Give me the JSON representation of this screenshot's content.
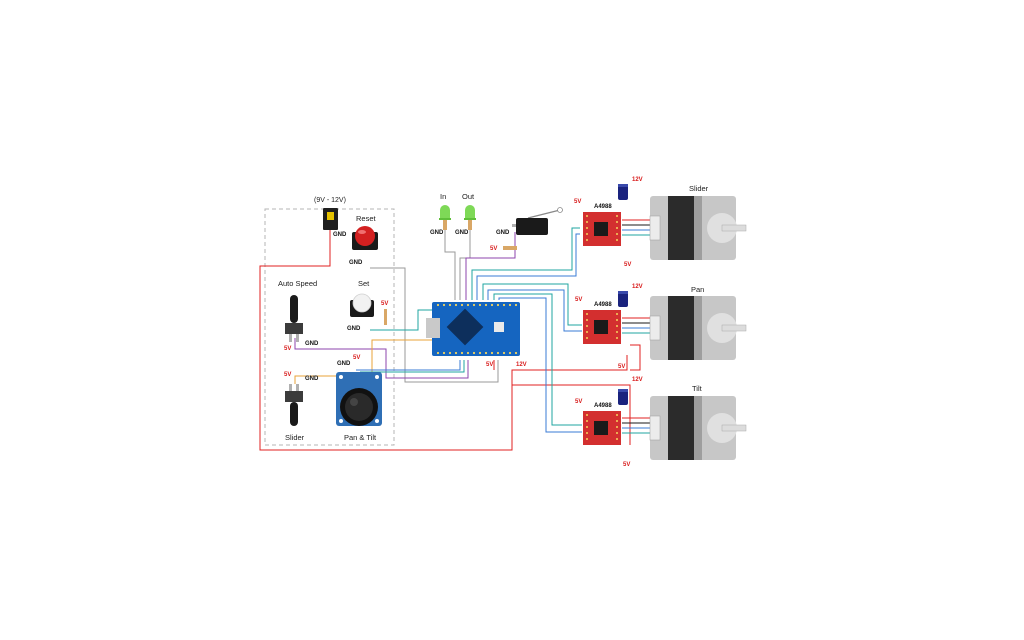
{
  "power": {
    "supply_label": "(9V - 12V)",
    "gnd": "GND",
    "v5": "5V",
    "v12": "12V"
  },
  "buttons": {
    "reset": "Reset",
    "set": "Set"
  },
  "pots": {
    "auto_speed": "Auto Speed",
    "slider": "Slider"
  },
  "joystick": {
    "label": "Pan & Tilt"
  },
  "leds": {
    "in": "In",
    "out": "Out"
  },
  "drivers": {
    "chip": "A4988"
  },
  "motors": {
    "slider": "Slider",
    "pan": "Pan",
    "tilt": "Tilt"
  },
  "colors": {
    "power_wire": "#e02020",
    "ground_wire": "#1a1a1a",
    "purple_wire": "#8e44ad",
    "teal_wire": "#1fa6a0",
    "blue_wire": "#3a7bd5",
    "orange_wire": "#e8a33a",
    "gray_wire": "#9a9a9a",
    "arduino_board": "#1565c0",
    "driver_board": "#d32f2f",
    "button_red": "#d32020"
  },
  "icons": [
    "dc-jack-icon",
    "push-button-icon",
    "potentiometer-icon",
    "joystick-icon",
    "led-icon",
    "limit-switch-icon",
    "stepper-motor-icon",
    "capacitor-icon",
    "arduino-nano-icon",
    "stepper-driver-icon"
  ]
}
